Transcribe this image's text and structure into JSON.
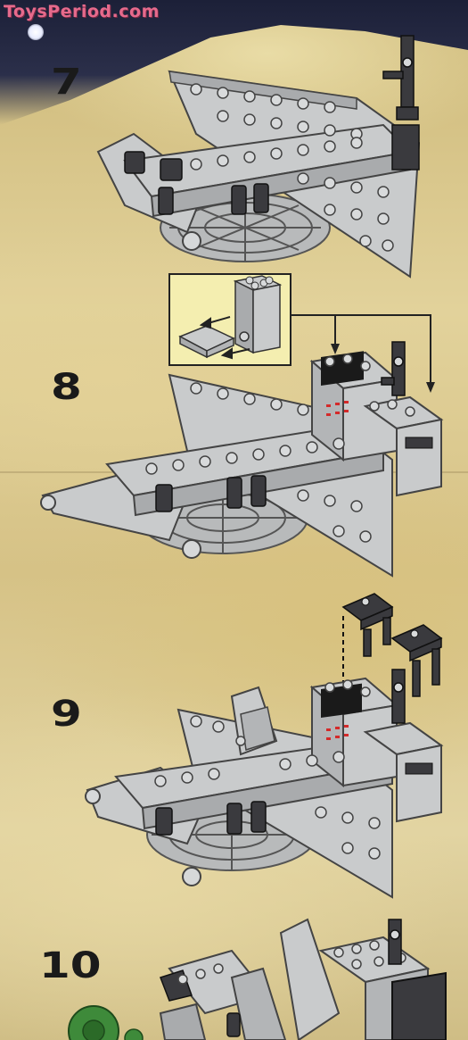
{
  "watermark": "ToysPeriod.com",
  "steps": [
    {
      "number": "7"
    },
    {
      "number": "8"
    },
    {
      "number": "9"
    },
    {
      "number": "10"
    }
  ],
  "colors": {
    "brick_light": "#c9cbcc",
    "brick_mid": "#a9abad",
    "brick_dark": "#3a3a3e",
    "accent_green": "#3e8a3a",
    "callout_bg": "#f4eeb0",
    "sand": "#dccb91"
  }
}
